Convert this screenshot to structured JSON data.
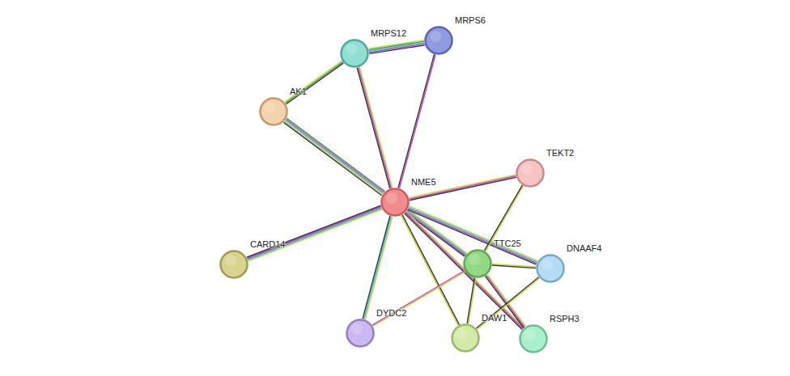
{
  "diagram": {
    "nodes": [
      {
        "text": [
          "MRPS6"
        ]
      },
      {
        "text": [
          "MRPS12"
        ]
      },
      {
        "text": [
          "AK1"
        ]
      },
      {
        "text": [
          "TEKT2"
        ]
      },
      {
        "text": [
          "NME5"
        ]
      },
      {
        "text": [
          "CARD14"
        ]
      },
      {
        "text": [
          "TTC25"
        ]
      },
      {
        "text": [
          "DNAAF4"
        ]
      },
      {
        "text": [
          "DYDC2"
        ]
      },
      {
        "text": [
          "DAW1"
        ]
      },
      {
        "text": [
          "RSPH3"
        ]
      }
    ],
    "edges": [
      {
        "from": 1,
        "to": 0,
        "arrow": "none"
      },
      {
        "from": 2,
        "to": 1,
        "arrow": "none"
      },
      {
        "from": 2,
        "to": 4,
        "arrow": "none"
      },
      {
        "from": 1,
        "to": 4,
        "arrow": "none"
      },
      {
        "from": 0,
        "to": 4,
        "arrow": "none"
      },
      {
        "from": 4,
        "to": 3,
        "arrow": "none"
      },
      {
        "from": 4,
        "to": 5,
        "arrow": "none"
      },
      {
        "from": 4,
        "to": 6,
        "arrow": "none"
      },
      {
        "from": 4,
        "to": 7,
        "arrow": "none"
      },
      {
        "from": 4,
        "to": 8,
        "arrow": "none"
      },
      {
        "from": 4,
        "to": 9,
        "arrow": "none"
      },
      {
        "from": 4,
        "to": 10,
        "arrow": "none"
      },
      {
        "from": 3,
        "to": 6,
        "arrow": "none"
      },
      {
        "from": 6,
        "to": 7,
        "arrow": "none"
      },
      {
        "from": 6,
        "to": 8,
        "arrow": "none"
      },
      {
        "from": 6,
        "to": 9,
        "arrow": "none"
      },
      {
        "from": 6,
        "to": 10,
        "arrow": "none"
      },
      {
        "from": 7,
        "to": 9,
        "arrow": "none"
      }
    ]
  }
}
